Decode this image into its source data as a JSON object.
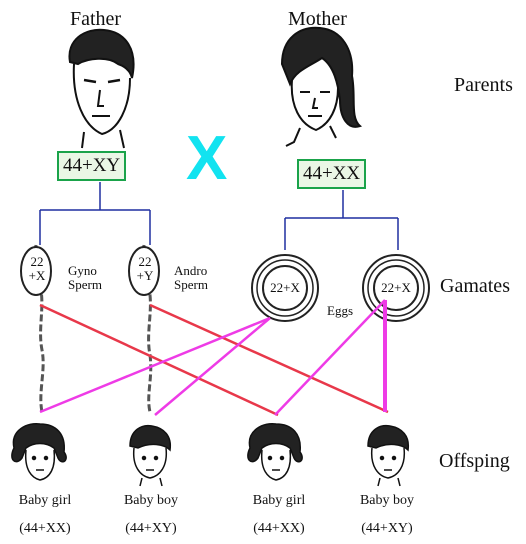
{
  "parents": {
    "father_label": "Father",
    "mother_label": "Mother",
    "row_label": "Parents",
    "father_genotype": "44+XY",
    "mother_genotype": "44+XX",
    "cross_symbol": "X"
  },
  "gametes": {
    "row_label": "Gamates",
    "sperm": [
      {
        "line1": "22",
        "line2": "+X",
        "name_line1": "Gyno",
        "name_line2": "Sperm"
      },
      {
        "line1": "22",
        "line2": "+Y",
        "name_line1": "Andro",
        "name_line2": "Sperm"
      }
    ],
    "eggs": [
      {
        "label": "22+X"
      },
      {
        "label": "22+X"
      }
    ],
    "eggs_label": "Eggs"
  },
  "offspring": {
    "row_label": "Offsping",
    "children": [
      {
        "name": "Baby girl",
        "genotype": "(44+XX)"
      },
      {
        "name": "Baby boy",
        "genotype": "(44+XY)"
      },
      {
        "name": "Baby girl",
        "genotype": "(44+XX)"
      },
      {
        "name": "Baby boy",
        "genotype": "(44+XY)"
      }
    ]
  },
  "colors": {
    "cross": "#12e3f0",
    "genotype_border": "#1aa34a",
    "branch_lines": "#1f2fa0",
    "father_lines": "#e8384a",
    "mother_lines": "#ee3be6"
  }
}
